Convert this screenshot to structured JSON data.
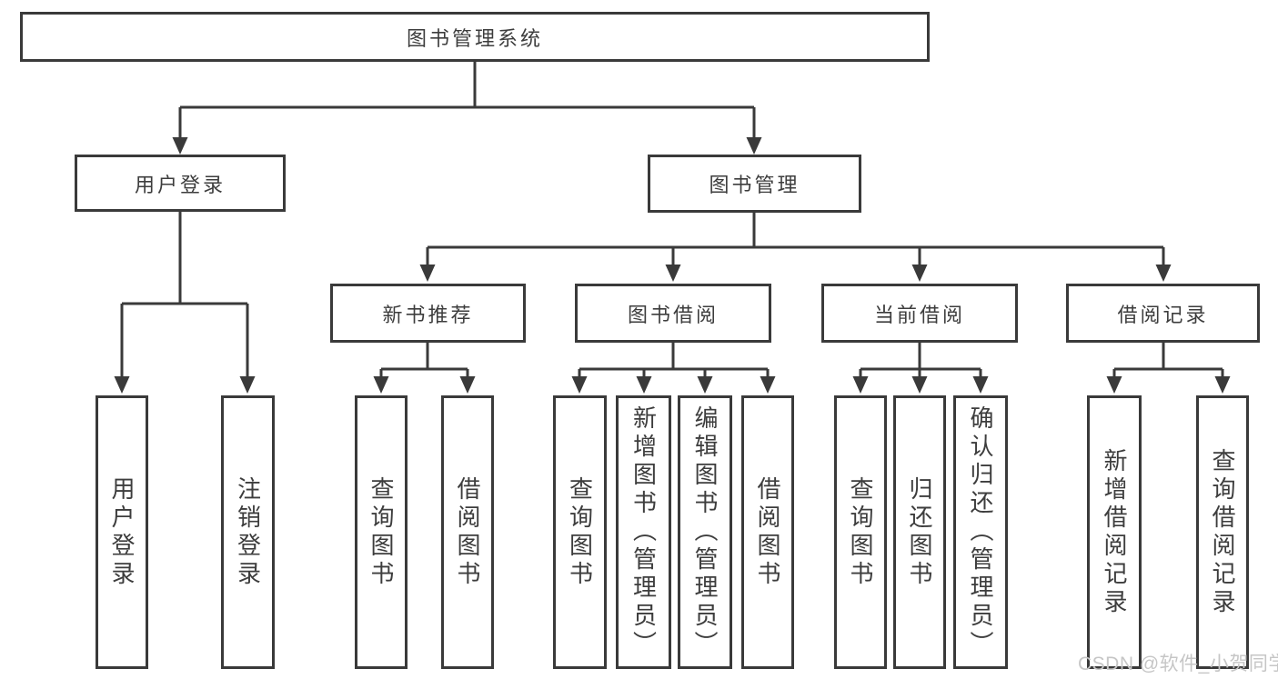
{
  "tree": {
    "root": "图书管理系统",
    "branches": [
      {
        "label": "用户登录",
        "leaves": [
          "用户登录",
          "注销登录"
        ]
      },
      {
        "label": "图书管理",
        "sections": [
          {
            "label": "新书推荐",
            "leaves": [
              "查询图书",
              "借阅图书"
            ]
          },
          {
            "label": "图书借阅",
            "leaves": [
              "查询图书",
              "新增图书（管理员）",
              "编辑图书（管理员）",
              "借阅图书"
            ]
          },
          {
            "label": "当前借阅",
            "leaves": [
              "查询图书",
              "归还图书",
              "确认归还（管理员）"
            ]
          },
          {
            "label": "借阅记录",
            "leaves": [
              "新增借阅记录",
              "查询借阅记录"
            ]
          }
        ]
      }
    ]
  },
  "watermark": {
    "text": "CSDN @软件_小贺同学"
  },
  "colors": {
    "line": "#3a3a3a",
    "text": "#3d3d3d",
    "box_background": "#ffffff",
    "page_background": "#ffffff",
    "watermark": "#c6c6c6"
  }
}
